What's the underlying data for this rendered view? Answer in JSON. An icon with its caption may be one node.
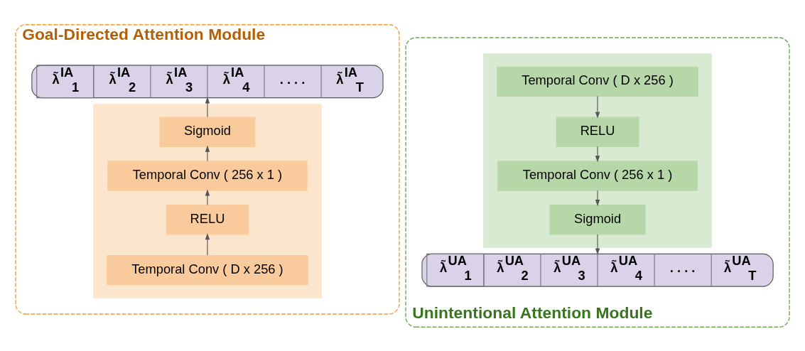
{
  "diagram": {
    "nodes": [
      {
        "text": [
          "Goal-Directed Attention Module"
        ]
      },
      {
        "text": [
          "λ̃$^{IA}$$_{1}$",
          "λ̃$^{IA}$$_{2}$",
          "λ̃$^{IA}$$_{3}$",
          "λ̃$^{IA}$$_{4}$",
          ". . . .",
          "λ̃$^{IA}$$_{T}$"
        ],
        "in": 0
      },
      {
        "text": [],
        "shape": "box",
        "in": 0
      },
      {
        "text": [
          "Sigmoid"
        ],
        "in": 2
      },
      {
        "text": [
          "Temporal Conv ( 256 x 1 )"
        ],
        "in": 2
      },
      {
        "text": [
          "RELU"
        ],
        "in": 2
      },
      {
        "text": [
          "Temporal Conv ( D x 256 )"
        ],
        "in": 2
      },
      {
        "text": [
          "Unintentional Attention Module"
        ]
      },
      {
        "text": [],
        "shape": "box",
        "in": 7
      },
      {
        "text": [
          "Temporal Conv ( D x 256 )"
        ],
        "in": 8
      },
      {
        "text": [
          "RELU"
        ],
        "in": 8
      },
      {
        "text": [
          "Temporal Conv ( 256 x 1 )"
        ],
        "in": 8
      },
      {
        "text": [
          "Sigmoid"
        ],
        "in": 8
      },
      {
        "text": [
          "λ̃$^{UA}$$_{1}$",
          "λ̃$^{UA}$$_{2}$",
          "λ̃$^{UA}$$_{3}$",
          "λ̃$^{UA}$$_{4}$",
          ". . . .",
          "λ̃$^{UA}$$_{T}$"
        ],
        "in": 7
      }
    ],
    "edges": [
      {
        "from": 6,
        "to": 5,
        "arrow": "to"
      },
      {
        "from": 5,
        "to": 4,
        "arrow": "to"
      },
      {
        "from": 4,
        "to": 3,
        "arrow": "to"
      },
      {
        "from": 3,
        "to": 1,
        "arrow": "to"
      },
      {
        "from": 9,
        "to": 10,
        "arrow": "to"
      },
      {
        "from": 10,
        "to": 11,
        "arrow": "to"
      },
      {
        "from": 11,
        "to": 12,
        "arrow": "to"
      },
      {
        "from": 12,
        "to": 13,
        "arrow": "to"
      }
    ]
  }
}
